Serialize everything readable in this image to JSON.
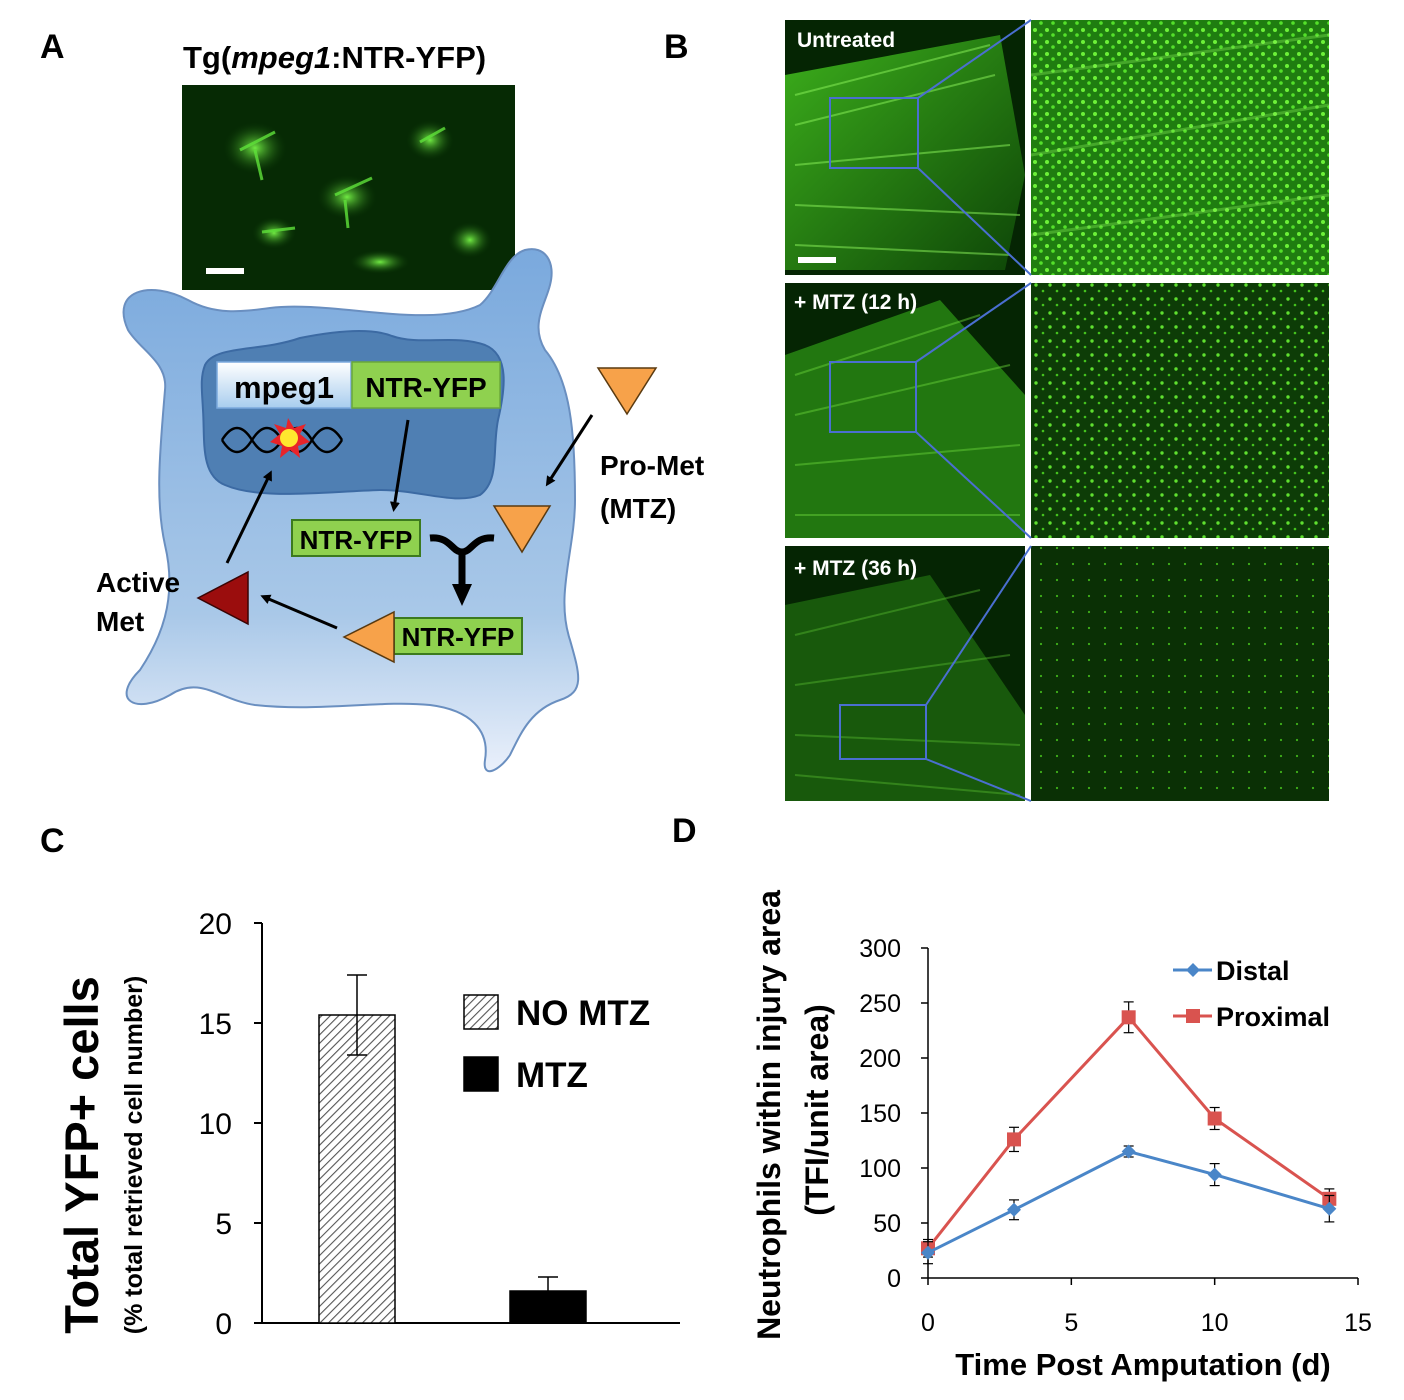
{
  "panels": {
    "a": {
      "letter": "A",
      "title_prefix": "Tg(",
      "title_gene": "mpeg1",
      "title_suffix": ":NTR-YFP)",
      "gene_box": "mpeg1",
      "ntr_box_nucleus": "NTR-YFP",
      "ntr_box_mid": "NTR-YFP",
      "ntr_box_low": "NTR-YFP",
      "pro_met_line1": "Pro-Met",
      "pro_met_line2": "(MTZ)",
      "active_met_line1": "Active",
      "active_met_line2": "Met"
    },
    "b": {
      "letter": "B",
      "rows": [
        {
          "label": "Untreated"
        },
        {
          "label": "+ MTZ (12 h)"
        },
        {
          "label": "+ MTZ (36 h)"
        }
      ]
    },
    "c": {
      "letter": "C"
    },
    "d": {
      "letter": "D"
    }
  },
  "colors": {
    "fluor_green": "#39d11a",
    "cell_blue": "#a7c4e4",
    "nucleus_blue": "#4f7fb3",
    "ntr_green": "#8fd14f",
    "gene_blue": "#cfe4f7",
    "promet_orange": "#f7a24a",
    "activemet_red": "#9b0d0d",
    "distal_blue": "#4a86c8",
    "proximal_red": "#d9534f"
  },
  "chart_data": [
    {
      "panel": "C",
      "type": "bar",
      "ylabel": "Total YFP+ cells",
      "ylabel_sub": "(% total retrieved cell number)",
      "ylim": [
        0,
        20
      ],
      "yticks": [
        "0",
        "5",
        "10",
        "15",
        "20"
      ],
      "categories": [
        "NO MTZ",
        "MTZ"
      ],
      "values": [
        15.4,
        1.6
      ],
      "errors": [
        2.0,
        0.7
      ],
      "legend": [
        {
          "name": "NO MTZ",
          "pattern": "hatched"
        },
        {
          "name": "MTZ",
          "pattern": "solid-black"
        }
      ],
      "legend_position": "right"
    },
    {
      "panel": "D",
      "type": "line",
      "xlabel": "Time Post Amputation (d)",
      "ylabel_line1": "Neutrophils within injury area",
      "ylabel_line2": "(TFI/unit area)",
      "xlim": [
        0,
        15
      ],
      "ylim": [
        0,
        300
      ],
      "xticks": [
        "0",
        "5",
        "10",
        "15"
      ],
      "yticks": [
        "0",
        "50",
        "100",
        "150",
        "200",
        "250",
        "300"
      ],
      "x": [
        0,
        3,
        7,
        10,
        14
      ],
      "series": [
        {
          "name": "Distal",
          "marker": "diamond",
          "values": [
            23,
            62,
            115,
            94,
            63
          ],
          "errors": [
            10,
            9,
            5,
            10,
            12
          ]
        },
        {
          "name": "Proximal",
          "marker": "square",
          "values": [
            27,
            126,
            237,
            145,
            72
          ],
          "errors": [
            8,
            11,
            14,
            10,
            9
          ]
        }
      ],
      "legend_position": "top-right"
    }
  ]
}
